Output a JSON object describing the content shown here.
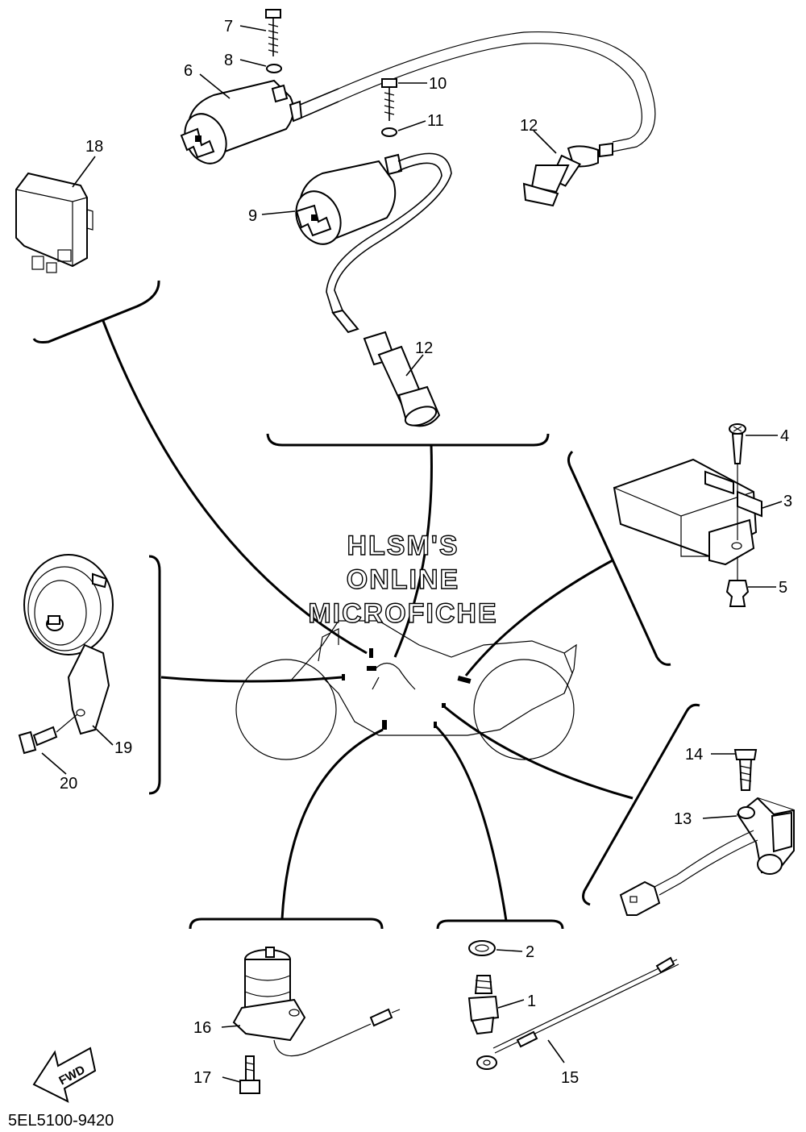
{
  "watermark": {
    "line1": "HLSM'S",
    "line2": "ONLINE",
    "line3": "MICROFICHE"
  },
  "diagram_code": "5EL5100-9420",
  "fwd_label": "FWD",
  "callouts": {
    "c1": "1",
    "c2": "2",
    "c3": "3",
    "c4": "4",
    "c5": "5",
    "c6": "6",
    "c7": "7",
    "c8": "8",
    "c9": "9",
    "c10": "10",
    "c11": "11",
    "c12a": "12",
    "c12b": "12",
    "c13": "13",
    "c14": "14",
    "c15": "15",
    "c16": "16",
    "c17": "17",
    "c18": "18",
    "c19": "19",
    "c20": "20"
  }
}
